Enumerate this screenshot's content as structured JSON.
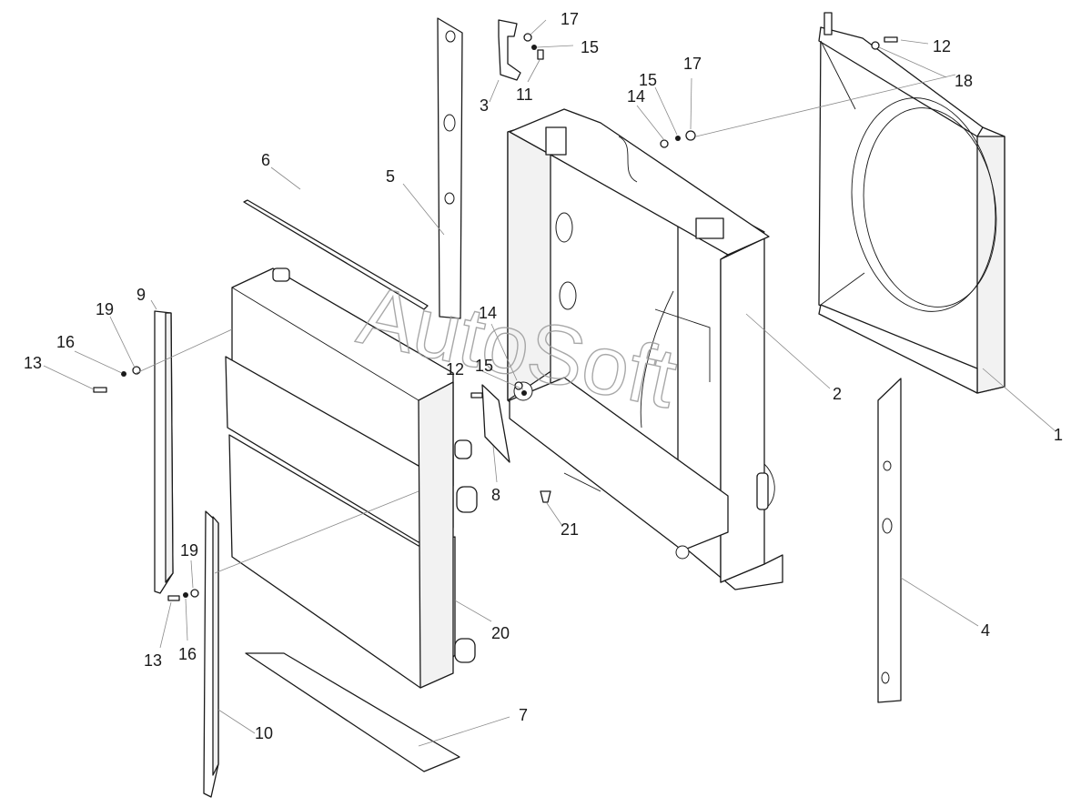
{
  "watermark": "AutoSoft",
  "callouts": {
    "c1": "1",
    "c2": "2",
    "c3": "3",
    "c4": "4",
    "c5": "5",
    "c6": "6",
    "c7": "7",
    "c8": "8",
    "c9": "9",
    "c10": "10",
    "c11": "11",
    "c12a": "12",
    "c12b": "12",
    "c13a": "13",
    "c13b": "13",
    "c14a": "14",
    "c14b": "14",
    "c15a": "15",
    "c15b": "15",
    "c15c": "15",
    "c16a": "16",
    "c16b": "16",
    "c17a": "17",
    "c17b": "17",
    "c18": "18",
    "c19a": "19",
    "c19b": "19",
    "c20": "20",
    "c21": "21"
  }
}
